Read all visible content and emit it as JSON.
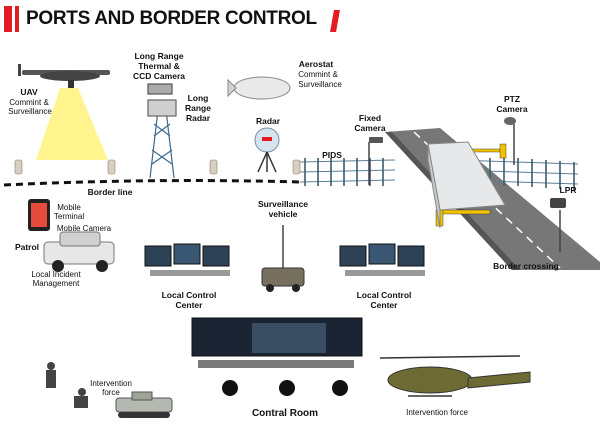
{
  "title": "PORTS AND BORDER CONTROL",
  "colors": {
    "accent": "#e31c24",
    "road": "#6f6f6f",
    "fence": "#6b8fa3"
  },
  "labels": {
    "uav": "UAV",
    "uav_sub1": "Commint &",
    "uav_sub2": "Surveillance",
    "long_range_thermal_1": "Long Range",
    "long_range_thermal_2": "Thermal &",
    "long_range_thermal_3": "CCD Camera",
    "long_range_radar_1": "Long",
    "long_range_radar_2": "Range",
    "long_range_radar_3": "Radar",
    "aerostat": "Aerostat",
    "aerostat_sub1": "Commint &",
    "aerostat_sub2": "Surveillance",
    "radar": "Radar",
    "ptz_1": "PTZ",
    "ptz_2": "Camera",
    "fixed_1": "Fixed",
    "fixed_2": "Camera",
    "pids": "PIDS",
    "border_line": "Border line",
    "mobile_terminal_1": "Mobile",
    "mobile_terminal_2": "Terminal",
    "mobile_camera": "Mobile Camera",
    "patrol": "Patrol",
    "local_incident_1": "Local Incident",
    "local_incident_2": "Management",
    "surveillance_vehicle_1": "Surveillance",
    "surveillance_vehicle_2": "vehicle",
    "lpr": "LPR",
    "border_crossing": "Border crossing",
    "lcc_left_1": "Local Control",
    "lcc_left_2": "Center",
    "lcc_right_1": "Local Control",
    "lcc_right_2": "Center",
    "intervention_force_left_1": "Intervention",
    "intervention_force_left_2": "force",
    "control_room": "Contral Room",
    "intervention_force_right": "Intervention force"
  }
}
